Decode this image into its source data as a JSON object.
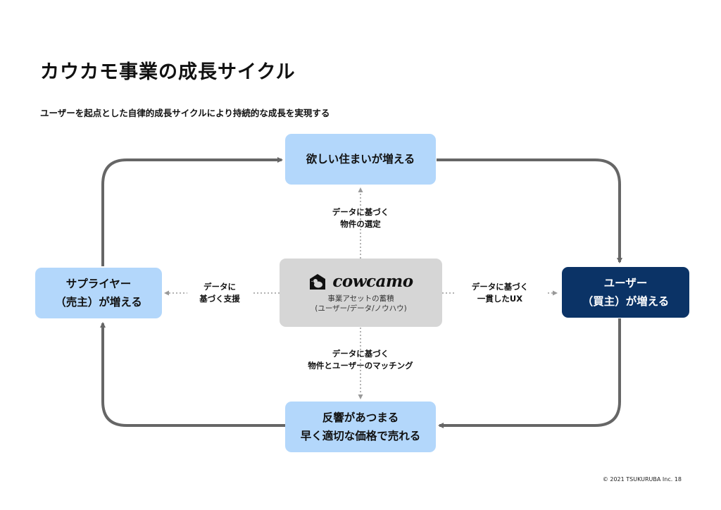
{
  "title": "カウカモ事業の成長サイクル",
  "subtitle": "ユーザーを起点とした自律的成長サイクルにより持続的な成長を実現する",
  "nodes": {
    "top": "欲しい住まいが増える",
    "right": {
      "line1": "ユーザー",
      "line2": "（買主）が増える"
    },
    "bottom": {
      "line1": "反響があつまる",
      "line2": "早く適切な価格で売れる"
    },
    "left": {
      "line1": "サプライヤー",
      "line2": "（売主）が増える"
    },
    "center": {
      "logo": "cowcamo",
      "line1": "事業アセットの蓄積",
      "line2": "(ユーザー/データ/ノウハウ)"
    }
  },
  "labels": {
    "up": {
      "line1": "データに基づく",
      "line2": "物件の選定"
    },
    "right": {
      "line1": "データに基づく",
      "line2": "一貫したUX"
    },
    "down": {
      "line1": "データに基づく",
      "line2": "物件とユーザーのマッチング"
    },
    "left": {
      "line1": "データに",
      "line2": "基づく支援"
    }
  },
  "footer": "© 2021 TSUKURUBA Inc.   18",
  "colors": {
    "light_box": "#b3d7fb",
    "dark_box": "#0b3366",
    "center_box": "#d6d6d6",
    "arrow": "#666666"
  },
  "icons": [
    "bird-logo-icon"
  ]
}
